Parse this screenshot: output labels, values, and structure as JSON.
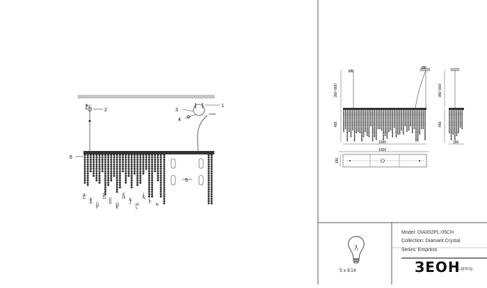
{
  "main_drawing": {
    "callouts": [
      "1",
      "2",
      "3",
      "4",
      "5",
      "6"
    ],
    "crystal_letters": [
      "A",
      "B",
      "D",
      "C",
      "F",
      "G",
      "E",
      "K",
      "H",
      "J",
      "L",
      "N",
      "C",
      "A",
      "F",
      "G",
      "E",
      "K",
      "H",
      "J",
      "L",
      "N",
      "F"
    ]
  },
  "front_view": {
    "dim_top": "Ø8",
    "dim_height_adj": "350~800",
    "dim_crystal": "450",
    "dim_width_inner": "1000",
    "dim_width_outer": "1000",
    "dim_depth": "180"
  },
  "side_view": {
    "dim_height_adj": "350~800",
    "dim_crystal": "450",
    "dim_depth": "180"
  },
  "info": {
    "model": "Model: DIA002PL-05CH",
    "collection": "Collection: Diamant Crystal",
    "series": "Series: Empress",
    "lamp": "5 x E14"
  },
  "brand": {
    "logo": "ЗЕОН",
    "sub": "Lighting"
  }
}
